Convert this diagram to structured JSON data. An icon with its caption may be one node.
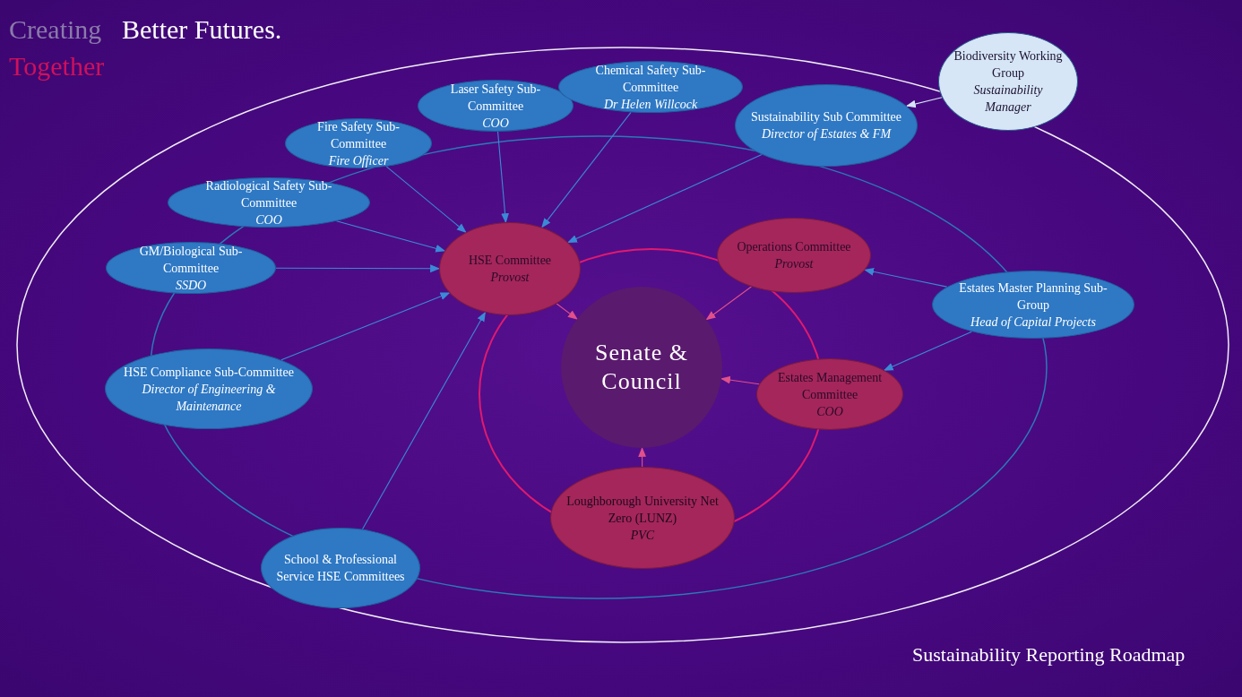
{
  "diagram": {
    "nodes": [
      {
        "text": [
          "Senate & Council"
        ]
      },
      {
        "text": [
          "HSE Committee",
          "Provost"
        ]
      },
      {
        "text": [
          "Operations Committee",
          "Provost"
        ]
      },
      {
        "text": [
          "Estates Management Committee",
          "COO"
        ]
      },
      {
        "text": [
          "Loughborough University Net Zero (LUNZ)",
          "PVC"
        ]
      },
      {
        "text": [
          "Laser Safety Sub-Committee",
          "COO"
        ]
      },
      {
        "text": [
          "Chemical Safety Sub-Committee",
          "Dr Helen Willcock"
        ]
      },
      {
        "text": [
          "Fire Safety Sub-Committee",
          "Fire Officer"
        ]
      },
      {
        "text": [
          "Radiological Safety Sub-Committee",
          "COO"
        ]
      },
      {
        "text": [
          "GM/Biological Sub-Committee",
          "SSDO"
        ]
      },
      {
        "text": [
          "HSE Compliance Sub-Committee",
          "Director of Engineering & Maintenance"
        ]
      },
      {
        "text": [
          "School & Professional Service HSE Committees"
        ]
      },
      {
        "text": [
          "Sustainability Sub Committee",
          "Director of Estates & FM"
        ]
      },
      {
        "text": [
          "Biodiversity Working Group",
          "Sustainability Manager"
        ]
      },
      {
        "text": [
          "Estates Master Planning Sub-Group",
          "Head of Capital Projects"
        ]
      }
    ],
    "edges": [
      {
        "from": 5,
        "to": 1,
        "arrow": "to"
      },
      {
        "from": 6,
        "to": 1,
        "arrow": "to"
      },
      {
        "from": 7,
        "to": 1,
        "arrow": "to"
      },
      {
        "from": 8,
        "to": 1,
        "arrow": "to"
      },
      {
        "from": 9,
        "to": 1,
        "arrow": "to"
      },
      {
        "from": 10,
        "to": 1,
        "arrow": "to"
      },
      {
        "from": 11,
        "to": 1,
        "arrow": "to"
      },
      {
        "from": 12,
        "to": 1,
        "arrow": "to"
      },
      {
        "from": 13,
        "to": 12,
        "arrow": "to",
        "color": "#d6e6f7"
      },
      {
        "from": 14,
        "to": 2,
        "arrow": "to"
      },
      {
        "from": 14,
        "to": 3,
        "arrow": "to"
      },
      {
        "from": 1,
        "to": 0,
        "arrow": "to",
        "color": "#e0508a"
      },
      {
        "from": 2,
        "to": 0,
        "arrow": "to",
        "color": "#e0508a"
      },
      {
        "from": 3,
        "to": 0,
        "arrow": "to",
        "color": "#e0508a"
      },
      {
        "from": 4,
        "to": 0,
        "arrow": "to",
        "color": "#e0508a"
      }
    ],
    "labels": [
      "Creating",
      "Better Futures.",
      "Together",
      "Sustainability Reporting Roadmap"
    ]
  }
}
